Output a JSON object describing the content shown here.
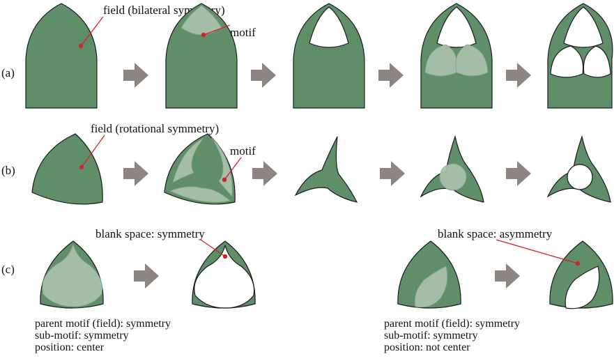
{
  "rows": {
    "a": {
      "label": "(a)",
      "field_callout": "field (bilateral symmetry)",
      "motif_callout": "motif"
    },
    "b": {
      "label": "(b)",
      "field_callout": "field (rotational symmetry)",
      "motif_callout": "motif"
    },
    "c": {
      "label": "(c)",
      "left": {
        "callout": "blank space: symmetry",
        "notes": [
          "parent motif (field): symmetry",
          "sub-motif: symmetry",
          "position: center"
        ]
      },
      "right": {
        "callout": "blank space: asymmetry",
        "notes": [
          "parent motif (field): symmetry",
          "sub-motif: symmetry",
          "position: not center"
        ]
      }
    }
  },
  "colors": {
    "field_green": "#5f8f69",
    "motif_light_green": "#a9c1ab",
    "arrow_gray": "#8c8582",
    "leader_red": "#d2232a"
  },
  "icons": [
    "right-arrow-icon"
  ]
}
